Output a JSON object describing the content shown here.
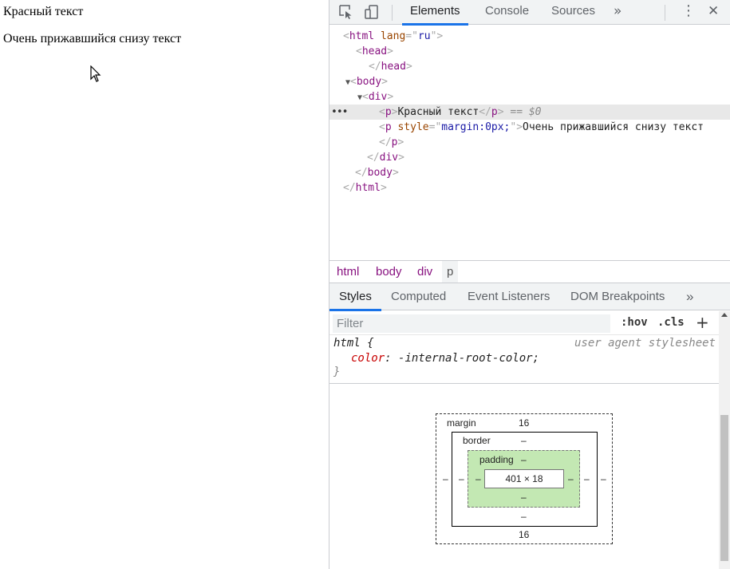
{
  "page": {
    "text1": "Красный текст",
    "text2": "Очень прижавшийся снизу текст"
  },
  "toolbar": {
    "tabs": [
      "Elements",
      "Console",
      "Sources"
    ],
    "more": "»",
    "menu": "⋮",
    "close": "✕"
  },
  "dom": {
    "html_open": "<html lang=\"ru\">",
    "lines": [
      {
        "indent": 0,
        "tag": "html",
        "attr_name": "lang",
        "attr_value": "ru"
      },
      {
        "text": "Красный текст"
      },
      {
        "text": "Очень прижавшийся снизу текст"
      }
    ],
    "selected_text": "Красный текст",
    "selected_marker": "== $0",
    "p2_attr_name": "style",
    "p2_attr_value": "margin:0px;",
    "p2_text": "Очень прижавшийся снизу текст",
    "lang_attr": "lang",
    "lang_value": "ru"
  },
  "breadcrumbs": [
    "html",
    "body",
    "div",
    "p"
  ],
  "styles_tabs": [
    "Styles",
    "Computed",
    "Event Listeners",
    "DOM Breakpoints"
  ],
  "styles_more": "»",
  "filter": {
    "placeholder": "Filter",
    "hov": ":hov",
    "cls": ".cls",
    "add": "+"
  },
  "rule": {
    "selector": "html {",
    "origin": "user agent stylesheet",
    "property": "color",
    "value": "-internal-root-color;",
    "close": "}"
  },
  "box_model": {
    "margin_label": "margin",
    "margin_top": "16",
    "margin_bottom": "16",
    "margin_left": "–",
    "margin_right": "–",
    "border_label": "border",
    "border_top": "–",
    "border_bottom": "–",
    "border_left": "–",
    "border_right": "–",
    "padding_label": "padding",
    "padding_top": "–",
    "padding_bottom": "–",
    "padding_left": "–",
    "padding_right": "–",
    "content": "401 × 18"
  },
  "colors": {
    "tab_accent": "#1a73e8",
    "tag": "#881280",
    "attr": "#994500",
    "value": "#1a1aa6",
    "padding_box": "#c3e8b3"
  }
}
